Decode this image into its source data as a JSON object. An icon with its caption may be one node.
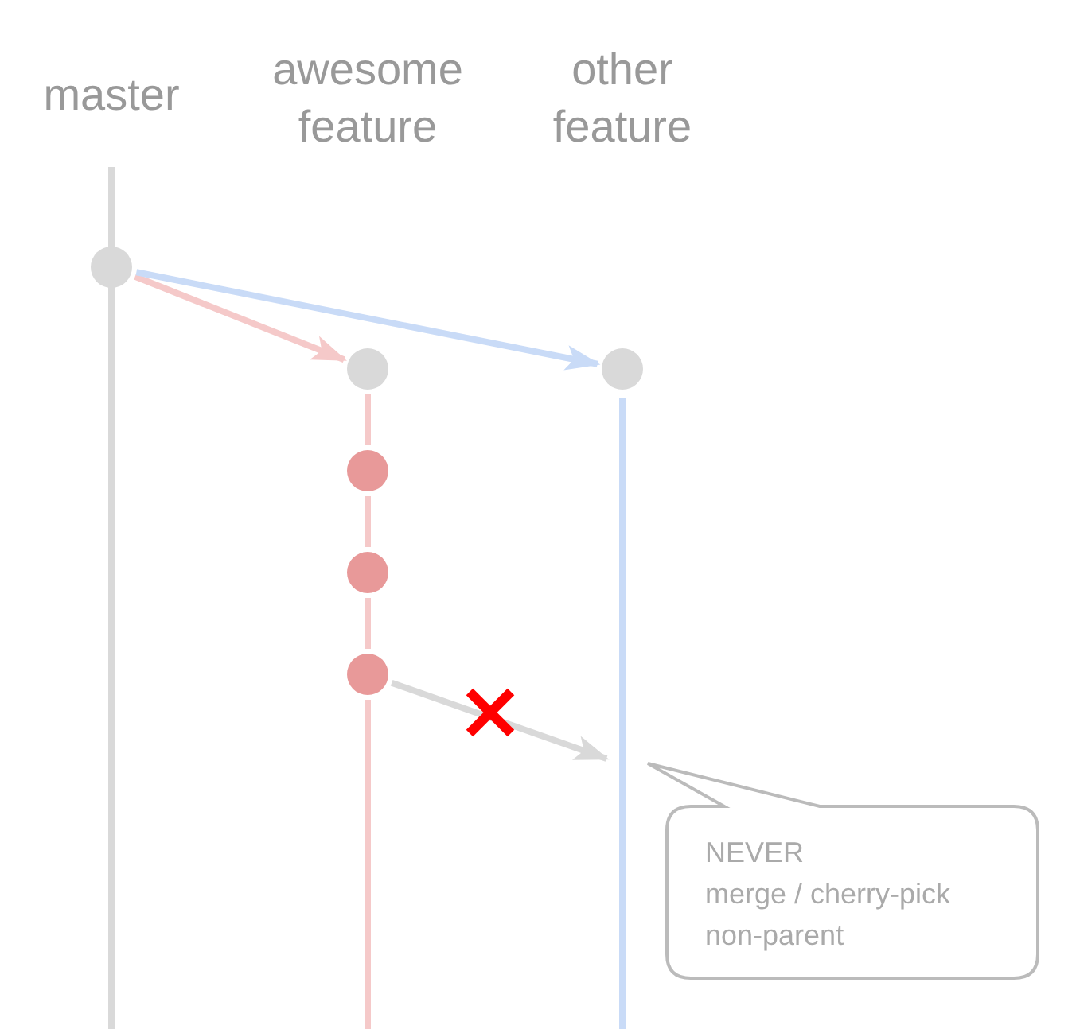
{
  "diagram": {
    "nodes": [
      {
        "text": [],
        "shape": "circle"
      },
      {
        "text": [],
        "shape": "circle"
      },
      {
        "text": [],
        "shape": "circle"
      },
      {
        "text": [],
        "shape": "circle"
      },
      {
        "text": [],
        "shape": "circle"
      },
      {
        "text": [],
        "shape": "circle"
      },
      {
        "text": [
          "NEVER",
          "merge / cherry-pick non-parent"
        ]
      }
    ],
    "edges": [
      {
        "from": 0,
        "to": 1,
        "arrow": "to",
        "color": "#f5c9c9"
      },
      {
        "from": 0,
        "to": 5,
        "arrow": "to",
        "color": "#c9dbf7"
      },
      {
        "from": 1,
        "to": 2,
        "arrow": "none",
        "color": "#f5c9c9"
      },
      {
        "from": 2,
        "to": 3,
        "arrow": "none",
        "color": "#f5c9c9"
      },
      {
        "from": 3,
        "to": 4,
        "arrow": "none",
        "color": "#f5c9c9"
      },
      {
        "from": 4,
        "to": 6,
        "arrow": "to"
      }
    ],
    "labels": [
      "master",
      "awesome feature",
      "other feature"
    ]
  }
}
